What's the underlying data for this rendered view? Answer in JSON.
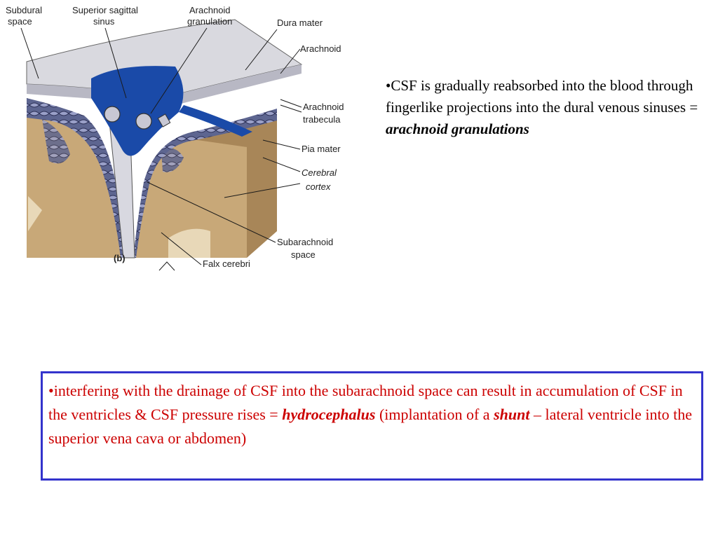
{
  "diagram": {
    "panel_label": "(b)",
    "labels": {
      "subdural_1": "Subdural",
      "subdural_2": "space",
      "sss_1": "Superior sagittal",
      "sss_2": "sinus",
      "arach_gran_1": "Arachnoid",
      "arach_gran_2": "granulation",
      "dura": "Dura mater",
      "arachnoid": "Arachnoid",
      "trab_1": "Arachnoid",
      "trab_2": "trabecula",
      "pia": "Pia mater",
      "cortex_1": "Cerebral",
      "cortex_2": "cortex",
      "subarach_1": "Subarachnoid",
      "subarach_2": "space",
      "falx": "Falx cerebri"
    },
    "colors": {
      "dura": "#d9d9df",
      "sinus": "#1a4aa8",
      "cortex": "#c8a878",
      "cortex_dark": "#a88658",
      "subarachnoid": "#5a5f8a"
    }
  },
  "note": {
    "text_1": "•CSF is gradually reabsorbed into the blood through fingerlike projections into the dural venous sinuses = ",
    "emphasis": "arachnoid granulations"
  },
  "callout": {
    "text_1": "•interfering with the drainage of CSF into the subarachnoid space can result in accumulation of CSF in the ventricles & CSF pressure rises = ",
    "emph_1": "hydrocephalus",
    "text_2": " (implantation of a ",
    "emph_2": "shunt",
    "text_3": " – lateral ventricle into the superior vena cava or abdomen)",
    "border_color": "#3333cc",
    "text_color": "#cc0000"
  }
}
